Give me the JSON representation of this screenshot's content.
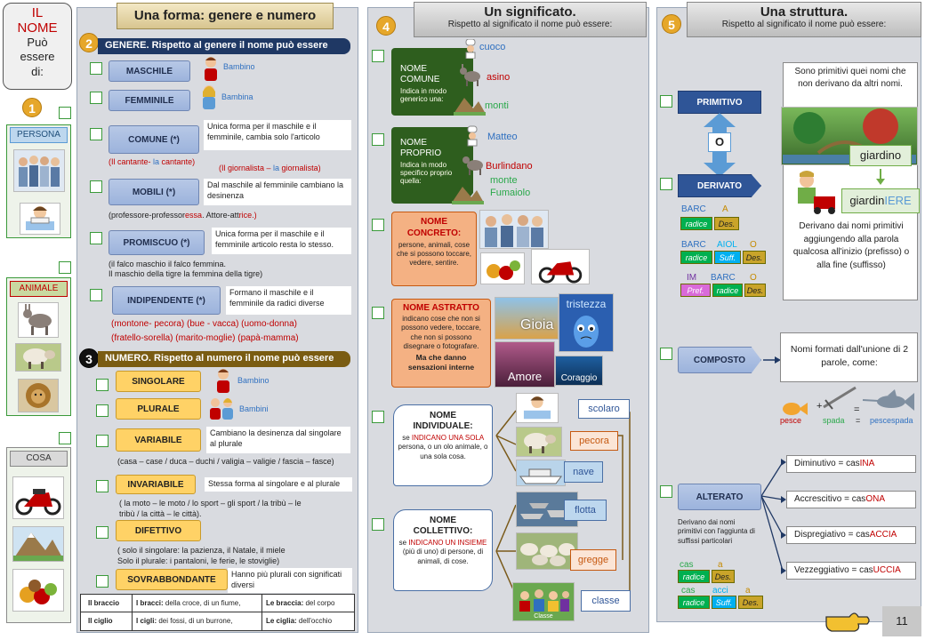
{
  "col1": {
    "title_lines": [
      "IL",
      "NOME"
    ],
    "subtitle": "Può essere di:",
    "step": "1",
    "cat_persona": "PERSONA",
    "cat_animale": "ANIMALE",
    "cat_cosa": "COSA"
  },
  "col2": {
    "header": "Una forma: genere e numero",
    "step2": "2",
    "genere_bar": "GENERE. Rispetto al genere il nome può essere",
    "maschile": "MASCHILE",
    "bambino": "Bambino",
    "femminile": "FEMMINILE",
    "bambina": "Bambina",
    "comune": "COMUNE (*)",
    "comune_desc": "Unica forma per il maschile e il femminile, cambia solo l'articolo",
    "comune_ex1_a": "(Il cantante- ",
    "comune_ex1_b": "la",
    "comune_ex1_c": " cantante)",
    "comune_ex2_a": "(Il giornalista – ",
    "comune_ex2_b": "la",
    "comune_ex2_c": " giornalista)",
    "mobili": "MOBILI (*)",
    "mobili_desc": "Dal maschile al femminile cambiano la desinenza",
    "mobili_ex_a": "(professore-professor",
    "mobili_ex_b": "essa",
    "mobili_ex_c": ". Attore-att",
    "mobili_ex_d": "rice.)",
    "promiscuo": "PROMISCUO (*)",
    "promiscuo_desc": "Unica forma per il maschile e il femminile articolo resta lo stesso.",
    "promiscuo_ex1": "(il falco maschio il falco femmina.",
    "promiscuo_ex2": "Il maschio della tigre la femmina della tigre)",
    "indipendente": "INDIPENDENTE (*)",
    "indipendente_desc": "Formano il maschile e il femminile da radici diverse",
    "indip_ex1": "(montone- pecora) (bue - vacca) (uomo-donna)",
    "indip_ex2": "(fratello-sorella) (marito-moglie) (papà-mamma)",
    "step3": "3",
    "numero_bar": "NUMERO. Rispetto al numero il nome può essere",
    "singolare": "SINGOLARE",
    "plurale": "PLURALE",
    "bambini": "Bambini",
    "variabile": "VARIABILE",
    "variabile_desc": "Cambiano la desinenza dal singolare al plurale",
    "variabile_ex": "(casa – case / duca – duchi / valigia – valigie / fascia – fasce)",
    "invariabile": "INVARIABILE",
    "invariabile_desc": "Stessa forma al singolare e al plurale",
    "invariabile_ex1": "( la moto – le moto / lo sport – gli sport / la tribù – le",
    "invariabile_ex2": "tribù / la città – le città).",
    "difettivo": "DIFETTIVO",
    "difettivo_ex1": "( solo il singolare: la pazienza, il Natale, il miele",
    "difettivo_ex2": "Solo il plurale: i pantaloni, le ferie, le stoviglie)",
    "sovrabbondante": "SOVRABBONDANTE",
    "sovrab_desc": "Hanno più plurali con significati diversi",
    "table": [
      [
        "Il braccio",
        "I bracci:",
        "della croce, di un fiume,",
        "Le braccia:",
        "del corpo"
      ],
      [
        "Il ciglio",
        "I cigli:",
        "dei fossi, di un burrone,",
        "Le ciglia:",
        "dell'occhio"
      ]
    ]
  },
  "col3": {
    "step": "4",
    "header_title": "Un significato.",
    "header_sub": "Rispetto al significato il nome può essere:",
    "comune_title": "NOME COMUNE",
    "comune_desc": "Indica in modo generico una:",
    "cuoco": "cuoco",
    "asino": "asino",
    "monti": "monti",
    "proprio_title": "NOME PROPRIO",
    "proprio_desc": "Indica in modo specifico proprio quella:",
    "matteo": "Matteo",
    "burlindano": "Burlindano",
    "monte_fumaiolo": "monte Fumaiolo",
    "concreto_title": "NOME CONCRETO:",
    "concreto_desc": "persone, animali, cose che si possono toccare, vedere, sentire.",
    "astratto_title": "NOME ASTRATTO",
    "astratto_desc": "indicano cose che non si possono vedere, toccare, che non si possono disegnare o fotografare.",
    "astratto_bold": "Ma che danno sensazioni interne",
    "gioia": "Gioia",
    "tristezza": "tristezza",
    "amore": "Amore",
    "coraggio": "Coraggio",
    "individuale_title": "NOME INDIVIDUALE:",
    "individuale_desc_a": "se ",
    "individuale_desc_b": "INDICANO UNA SOLA",
    "individuale_desc_c": " persona, o un olo animale, o una sola cosa.",
    "collettivo_title": "NOME COLLETTIVO:",
    "collettivo_desc_a": "se ",
    "collettivo_desc_b": "INDICANO UN INSIEME",
    "collettivo_desc_c": " (più di uno) di persone, di animali, di cose.",
    "scolaro": "scolaro",
    "pecora": "pecora",
    "nave": "nave",
    "flotta": "flotta",
    "gregge": "gregge",
    "classe": "classe",
    "classe_img": "Classe"
  },
  "col4": {
    "step": "5",
    "header_title": "Una struttura.",
    "header_sub": "Rispetto al significato il nome può essere:",
    "primitivo": "PRIMITIVO",
    "o": "O",
    "derivato": "DERIVATO",
    "primitivi_desc": "Sono primitivi quei nomi che non derivano da altri nomi.",
    "giardino": "giardino",
    "giardin_a": "giardin",
    "giardin_b": "IERE",
    "derivano_desc": "Derivano dai nomi primitivi aggiungendo alla parola qualcosa all'inizio (prefisso) o alla fine (suffisso)",
    "barc": "BARC",
    "a": "A",
    "aiol": "AIOL",
    "o_l": "O",
    "im": "IM",
    "radice": "radice",
    "des": "Des.",
    "suff": "Suff.",
    "pref": "Pref.",
    "composto": "COMPOSTO",
    "composto_desc": "Nomi formati dall'unione di 2 parole, come:",
    "pesce": "pesce",
    "spada": "spada",
    "pescespada": "pescespada",
    "plus": "+",
    "eq": "=",
    "alterato": "ALTERATO",
    "alterato_desc": "Derivano dai nomi primitivi con l'aggiunta di suffissi particolari",
    "dim_a": "Diminutivo = cas",
    "dim_b": "INA",
    "acc_a": "Accrescitivo = cas",
    "acc_b": "ONA",
    "dis_a": "Dispregiativo = cas",
    "dis_b": "ACCIA",
    "vez_a": "Vezzeggiativo = cas",
    "vez_b": "UCCIA",
    "cas": "cas",
    "a_l": "a",
    "acci": "acci",
    "page": "11"
  }
}
